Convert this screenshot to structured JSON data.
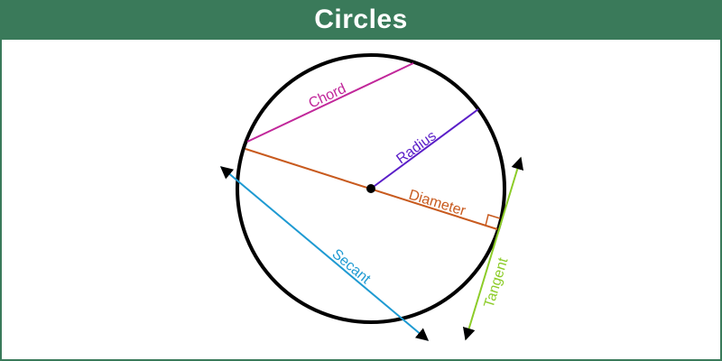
{
  "header": {
    "title": "Circles"
  },
  "diagram": {
    "labels": {
      "chord": "Chord",
      "radius": "Radius",
      "diameter": "Diameter",
      "secant": "Secant",
      "tangent": "Tangent"
    },
    "colors": {
      "header_bg": "#3a7a5a",
      "circle": "#000000",
      "chord": "#c1279a",
      "radius": "#5a1ec8",
      "diameter": "#c85a1e",
      "secant": "#1e9ad2",
      "tangent": "#8ccc28"
    }
  }
}
